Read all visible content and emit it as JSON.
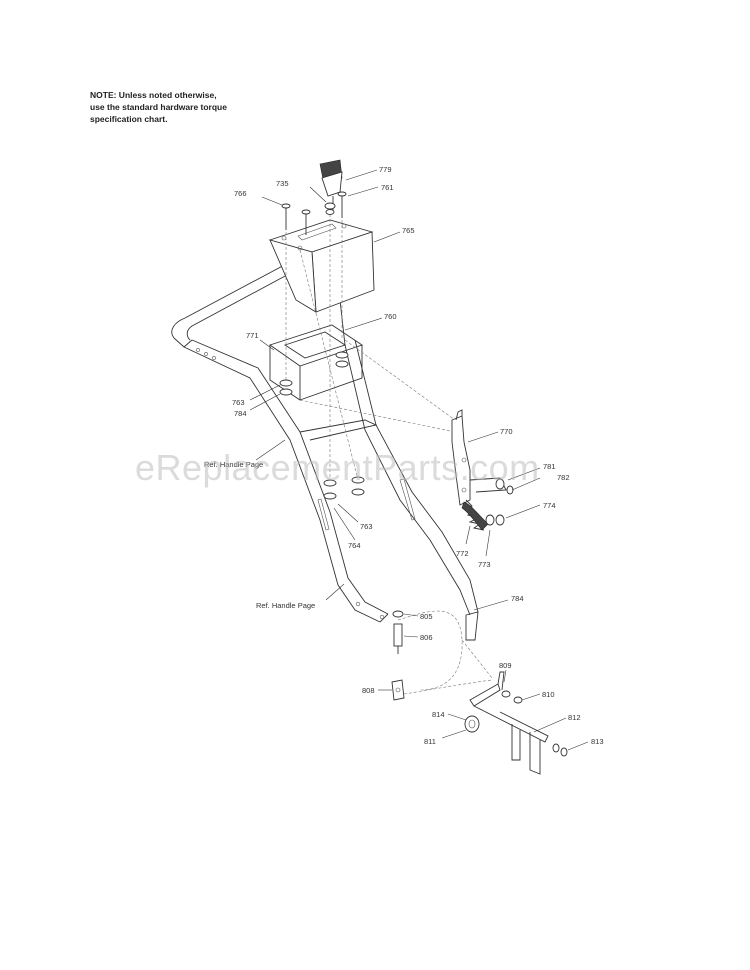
{
  "note": {
    "line1": "NOTE: Unless noted otherwise,",
    "line2": "use the standard hardware torque",
    "line3": "specification chart."
  },
  "watermark": "eReplacementParts.com",
  "callouts": {
    "p779": "779",
    "p735": "735",
    "p761": "761",
    "p766": "766",
    "p765": "765",
    "p760": "760",
    "p771": "771",
    "p763a": "763",
    "p784a": "784",
    "ref_handle_1": "Ref. Handle Page",
    "p770": "770",
    "p781": "781",
    "p782": "782",
    "p774": "774",
    "p763b": "763",
    "p764": "764",
    "p772": "772",
    "p773": "773",
    "p784b": "784",
    "ref_handle_2": "Ref. Handle Page",
    "p805": "805",
    "p806": "806",
    "p808": "808",
    "p809": "809",
    "p810": "810",
    "p812": "812",
    "p814": "814",
    "p811": "811",
    "p813": "813"
  }
}
